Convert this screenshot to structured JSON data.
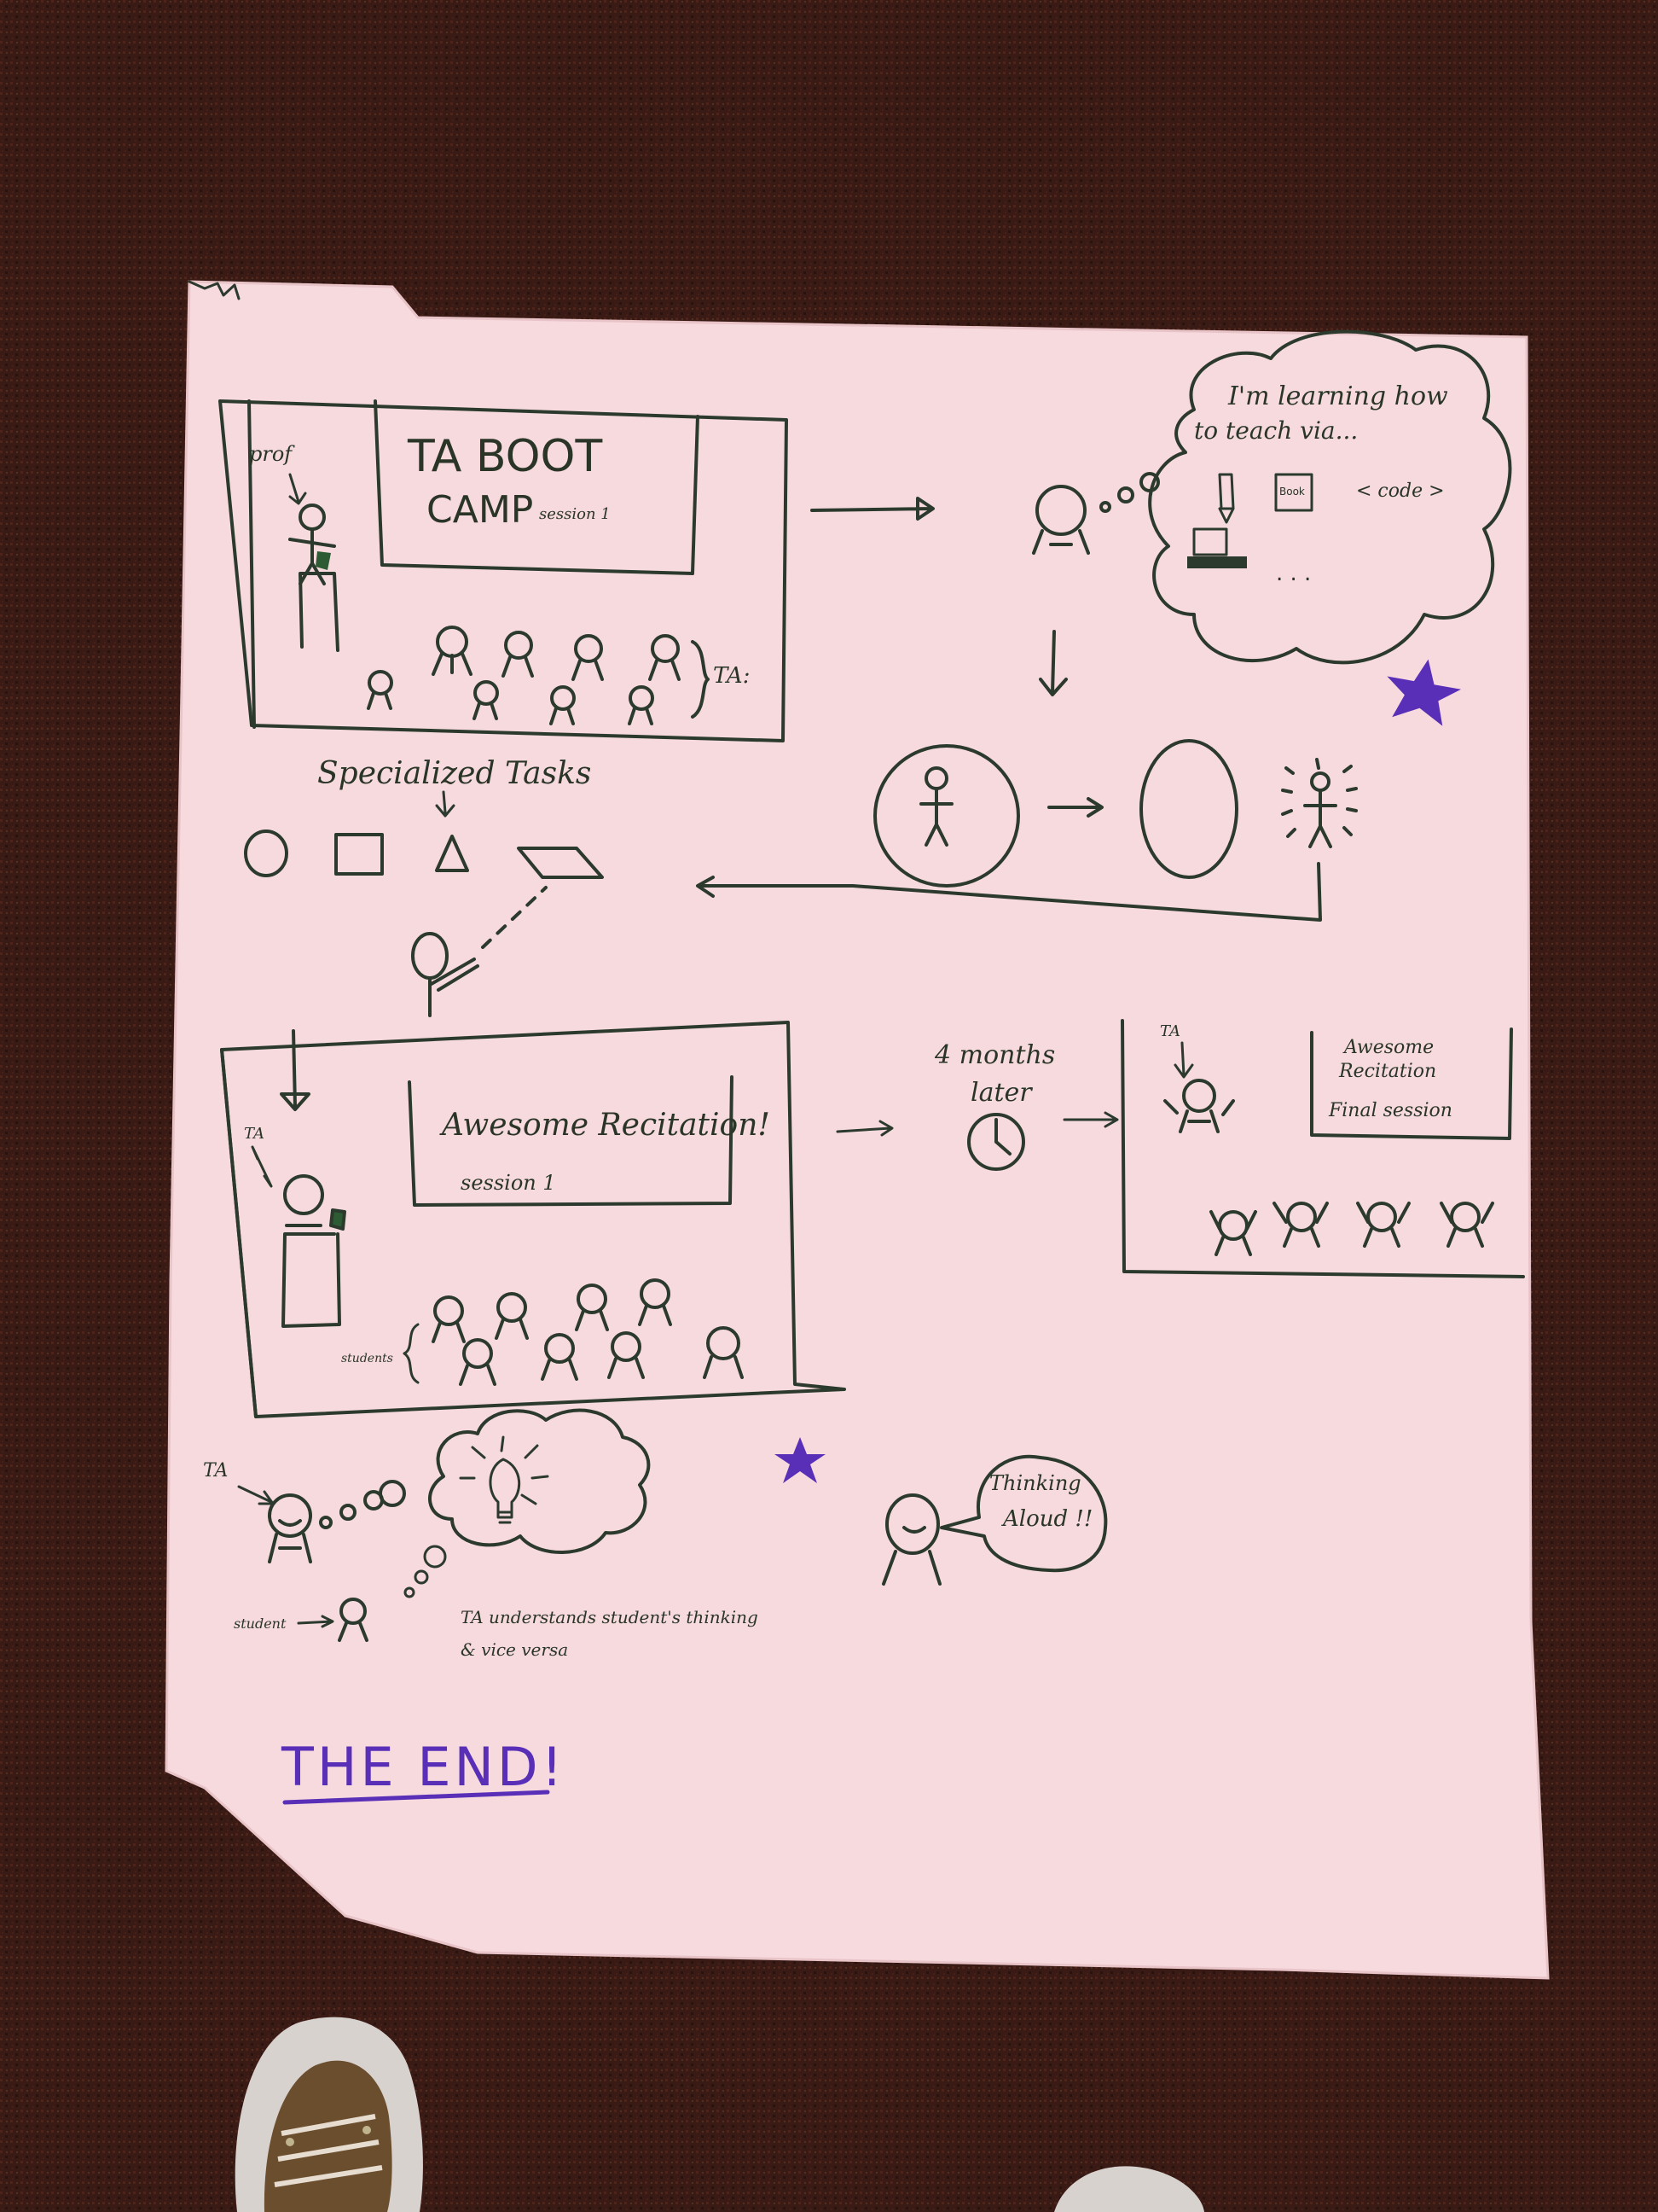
{
  "colors": {
    "carpet": "#3a1a14",
    "paper": "#f7dadd",
    "ink": "#2c3a2e",
    "marker_purple": "#5a2fb8"
  },
  "panel1": {
    "title_line1": "TA BOOT",
    "title_line2": "CAMP",
    "title_session": "session 1",
    "prof_label": "prof",
    "ta_label": "TA:"
  },
  "thought1": {
    "line1": "I'm learning how",
    "line2": "to teach via...",
    "book_label": "Book",
    "code_label": "< code >",
    "ellipsis": ". . ."
  },
  "specialized_label": "Specialized Tasks",
  "panel2": {
    "title": "Awesome Recitation!",
    "session": "session 1",
    "ta_label": "TA",
    "students_label": "students"
  },
  "time_label_line1": "4 months",
  "time_label_line2": "later",
  "panel3": {
    "ta_label": "TA",
    "title_line1": "Awesome",
    "title_line2": "Recitation",
    "session": "Final session"
  },
  "bottom": {
    "ta_label": "TA",
    "student_label": "student",
    "caption_line1": "TA understands student's thinking",
    "caption_line2": "& vice versa",
    "speech_line1": "Thinking",
    "speech_line2": "Aloud !!"
  },
  "the_end": "THE END!"
}
